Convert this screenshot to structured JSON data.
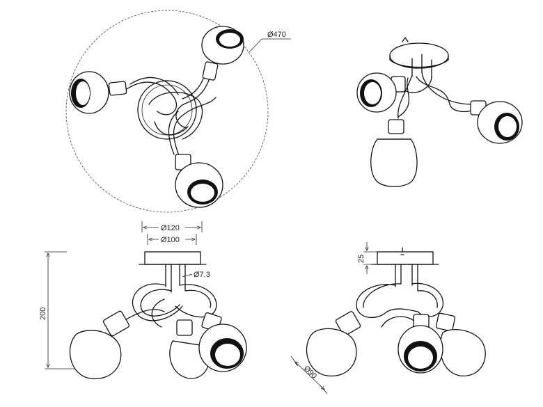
{
  "views": {
    "top": {
      "diameter_label": "Ø470"
    },
    "perspective": {},
    "front": {
      "canopy_outer_label": "Ø120",
      "canopy_inner_label": "Ø100",
      "rod_label": "Ø7.3",
      "height_label": "200"
    },
    "side": {
      "canopy_height_label": "25",
      "shade_label": "Ø90"
    }
  },
  "colors": {
    "line": "#111111",
    "background": "#ffffff"
  }
}
